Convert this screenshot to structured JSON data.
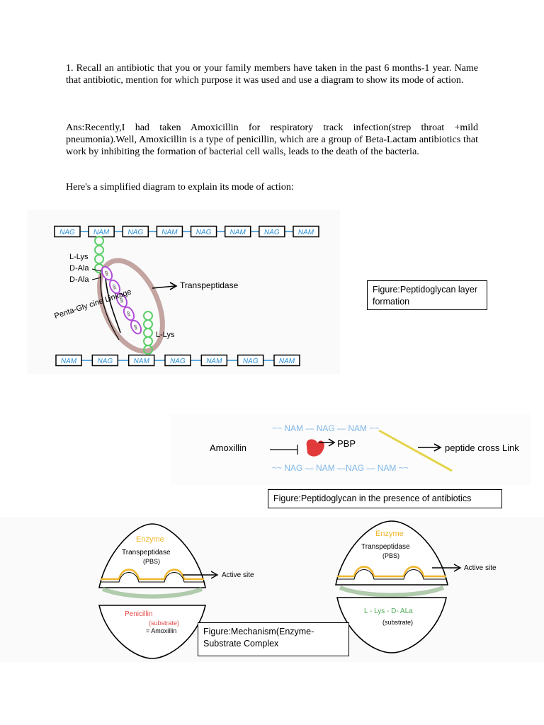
{
  "question": "1. Recall an antibiotic that you or your family members have taken in the past 6 months-1 year. Name that antibiotic, mention for which purpose it was used and use a diagram to show its mode of action.",
  "answer": "Ans:Recently,I had taken Amoxicillin for respiratory track infection(strep throat +mild pneumonia).Well, Amoxicillin is a type of penicillin, which are a group of Beta-Lactam antibiotics that work by inhibiting the formation of bacterial cell walls, leads to the death of the bacteria.",
  "intro": "Here's a simplified diagram to explain its mode of action:",
  "figure1": {
    "caption": "Figure:Peptidoglycan layer formation",
    "top_chain": [
      "NAG",
      "NAM",
      "NAG",
      "NAM",
      "NAG",
      "NAM",
      "NAG",
      "NAM"
    ],
    "bottom_chain": [
      "NAM",
      "NAG",
      "NAM",
      "NAG",
      "NAM",
      "NAG",
      "NAM"
    ],
    "label_llys_top": "L-Lys",
    "label_dala_1": "D-Ala",
    "label_dala_2": "D-Ala",
    "label_transpeptidase": "Transpeptidase",
    "label_pentaglycine": "Penta-Gly cine Linkage",
    "label_llys_bottom": "L-Lys",
    "gly": "Gly",
    "colors": {
      "box": "#2b8fd6",
      "bead": "#5ccf6a",
      "gly": "#b04fd8",
      "ring": "#b99490"
    }
  },
  "figure2": {
    "caption": "Figure:Peptidoglycan in the presence of antibiotics",
    "amoxillin": "Amoxillin",
    "pbp": "PBP",
    "cross_link": "peptide cross Link",
    "top_strand": "NAM — NAG — NAM",
    "bottom_strand": "NAG — NAM —NAG — NAM",
    "colors": {
      "strand": "#7fb6e6",
      "blob": "#e03a3a",
      "bar": "#e4d44a"
    }
  },
  "figure3": {
    "caption": "Figure:Mechanism(Enzyme-Substrate Complex",
    "left": {
      "enzyme": "Enzyme",
      "transpeptidase": "Transpeptidase",
      "pbs": "(PBS)",
      "active_site": "Active site",
      "substrate_name": "Penicillin",
      "substrate_tag": "(substrate)",
      "equals": "= Amoxillin"
    },
    "right": {
      "enzyme": "Enzyme",
      "transpeptidase": "Transpeptidase",
      "pbs": "(PBS)",
      "active_site": "Active site",
      "substrate_name": "L - Lys - D- ALa",
      "substrate_tag": "(substrate)"
    },
    "colors": {
      "enzyme": "#f0b52a",
      "membrane": "#9fbf9a",
      "substrate": "#e04848",
      "substrate_green": "#4caa55"
    }
  }
}
